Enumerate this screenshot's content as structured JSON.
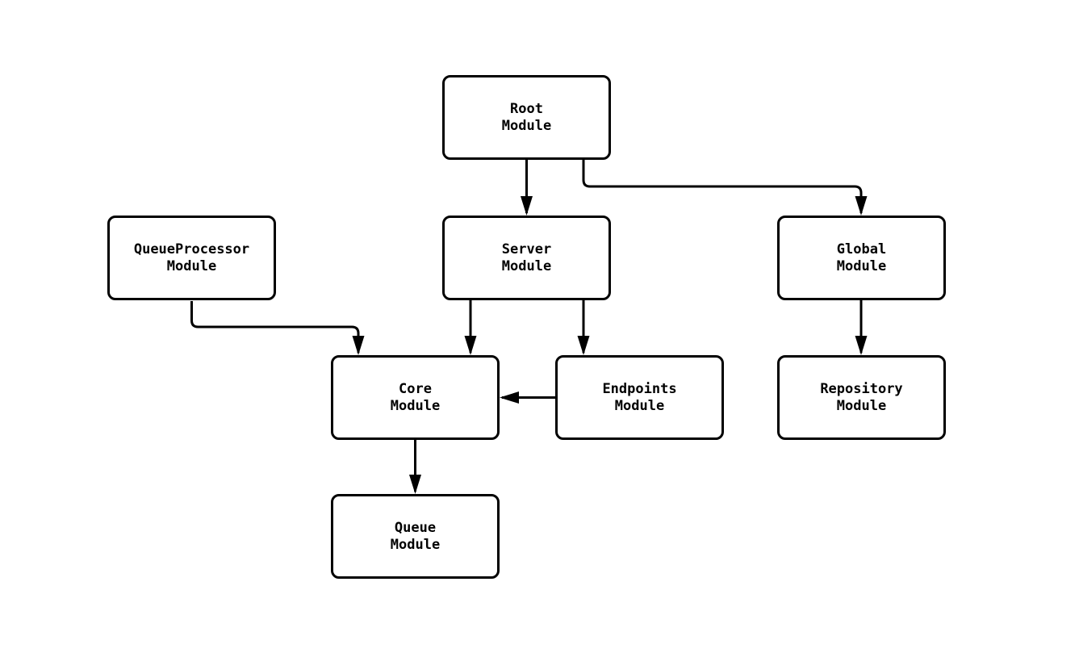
{
  "diagram": {
    "background_color": "#ffffff",
    "stroke_color": "#000000",
    "nodes": {
      "root": {
        "label": "Root\nModule"
      },
      "queue_processor": {
        "label": "QueueProcessor\nModule"
      },
      "server": {
        "label": "Server\nModule"
      },
      "global": {
        "label": "Global\nModule"
      },
      "core": {
        "label": "Core\nModule"
      },
      "endpoints": {
        "label": "Endpoints\nModule"
      },
      "repository": {
        "label": "Repository\nModule"
      },
      "queue": {
        "label": "Queue\nModule"
      }
    },
    "edges": [
      {
        "from": "Root Module",
        "to": "Server Module"
      },
      {
        "from": "Root Module",
        "to": "Global Module"
      },
      {
        "from": "QueueProcessor Module",
        "to": "Core Module"
      },
      {
        "from": "Server Module",
        "to": "Core Module"
      },
      {
        "from": "Server Module",
        "to": "Endpoints Module"
      },
      {
        "from": "Endpoints Module",
        "to": "Core Module"
      },
      {
        "from": "Global Module",
        "to": "Repository Module"
      },
      {
        "from": "Core Module",
        "to": "Queue Module"
      }
    ]
  }
}
